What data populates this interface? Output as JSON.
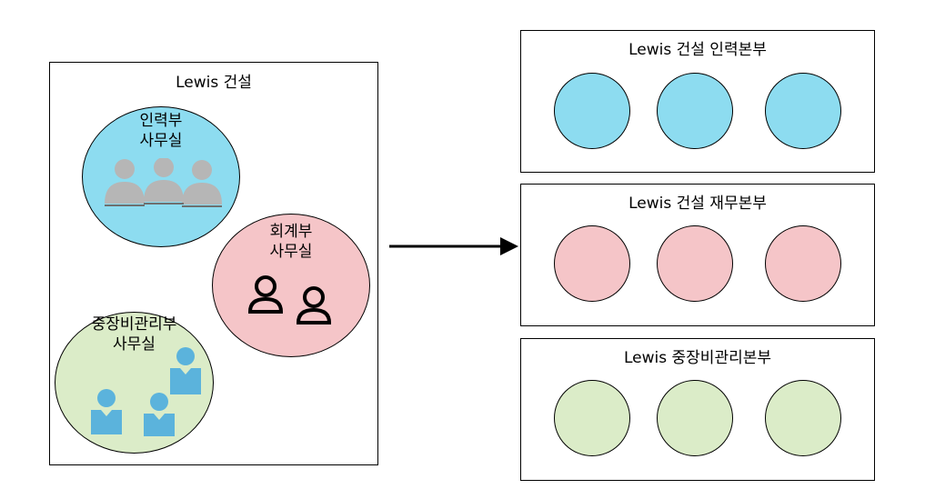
{
  "left_panel": {
    "title": "Lewis 건설",
    "offices": {
      "personnel": {
        "line1": "인력부",
        "line2": "사무실",
        "color": "#8ddcf0"
      },
      "accounting": {
        "line1": "회계부",
        "line2": "사무실",
        "color": "#f5c5c8"
      },
      "equipment": {
        "line1": "중장비관리부",
        "line2": "사무실",
        "color": "#dbecc8"
      }
    }
  },
  "right_panel": {
    "boxes": [
      {
        "title": "Lewis 건설 인력본부",
        "color": "#8ddcf0"
      },
      {
        "title": "Lewis 건설 재무본부",
        "color": "#f5c5c8"
      },
      {
        "title": "Lewis 중장비관리본부",
        "color": "#dbecc8"
      }
    ]
  },
  "icons": {
    "personnel": "gray-person-group-icon",
    "accounting": "outline-person-icon",
    "equipment": "blue-person-icon",
    "arrow": "right-arrow-icon"
  }
}
